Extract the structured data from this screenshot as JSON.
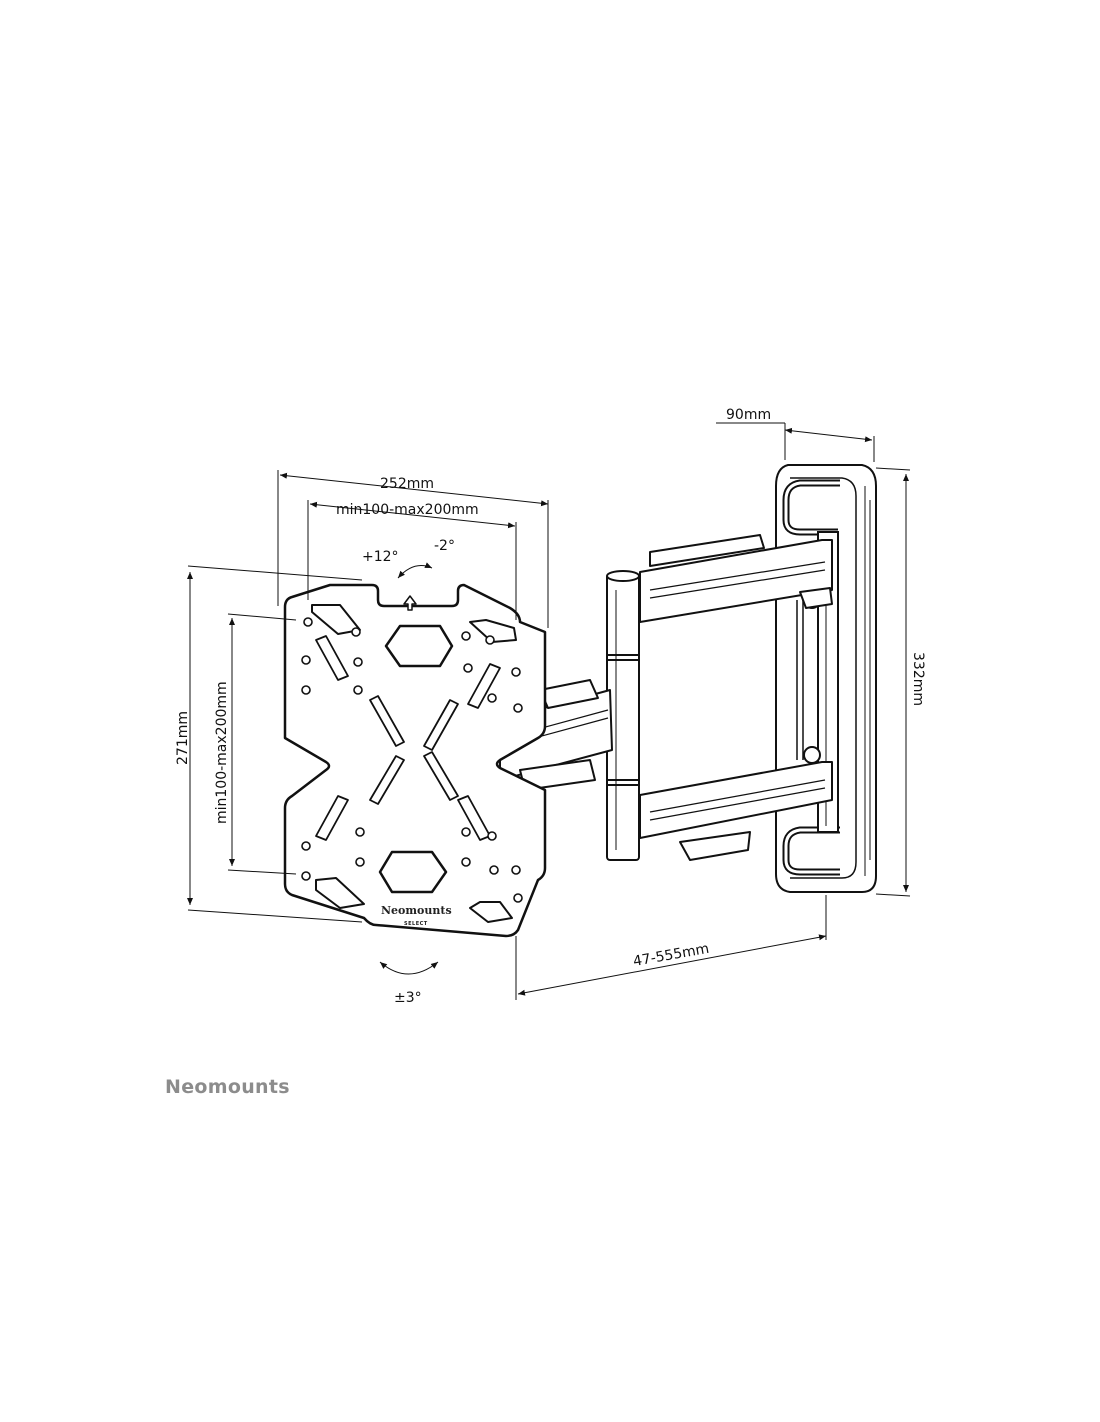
{
  "dimensions": {
    "wall_plate_depth": "90mm",
    "plate_width": "252mm",
    "vesa_horizontal": "min100-max200mm",
    "tilt_up": "+12°",
    "tilt_down": "-2°",
    "plate_height": "271mm",
    "vesa_vertical": "min100-max200mm",
    "mount_height": "332mm",
    "extension": "47-555mm",
    "rotation": "±3°"
  },
  "plate_logo": {
    "brand": "Neomounts",
    "sub": "SELECT"
  },
  "footer": {
    "brand": "Neomounts"
  }
}
